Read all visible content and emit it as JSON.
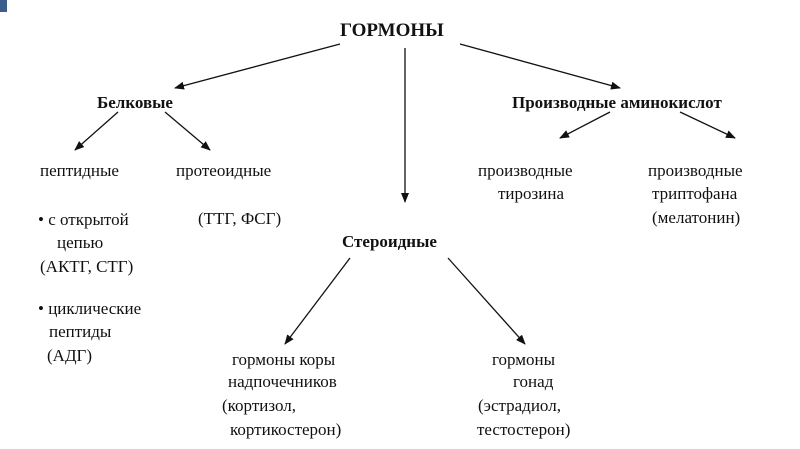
{
  "diagram": {
    "root": "ГОРМОНЫ",
    "protein": {
      "title": "Белковые",
      "peptide": "пептидные",
      "proteoid": "протеоидные",
      "proteoid_examples": "(ТТГ, ФСГ)",
      "open_chain_l1": "• с открытой",
      "open_chain_l2": "цепью",
      "open_chain_examples": "(АКТГ, СТГ)",
      "cyclic_l1": "• циклические",
      "cyclic_l2": "пептиды",
      "cyclic_examples": "(АДГ)"
    },
    "steroid": {
      "title": "Стероидные",
      "cortex_l1": "гормоны коры",
      "cortex_l2": "надпочечников",
      "cortex_l3": "(кортизол,",
      "cortex_l4": "кортикостерон)",
      "gonad_l1": "гормоны",
      "gonad_l2": "гонад",
      "gonad_l3": "(эстрадиол,",
      "gonad_l4": "тестостерон)"
    },
    "amino": {
      "title": "Производные аминокислот",
      "tyr_l1": "производные",
      "tyr_l2": "тирозина",
      "trp_l1": "производные",
      "trp_l2": "триптофана",
      "trp_l3": "(мелатонин)"
    }
  },
  "colors": {
    "text": "#111111",
    "arrow": "#111111",
    "corner": "#3a5f8a"
  }
}
